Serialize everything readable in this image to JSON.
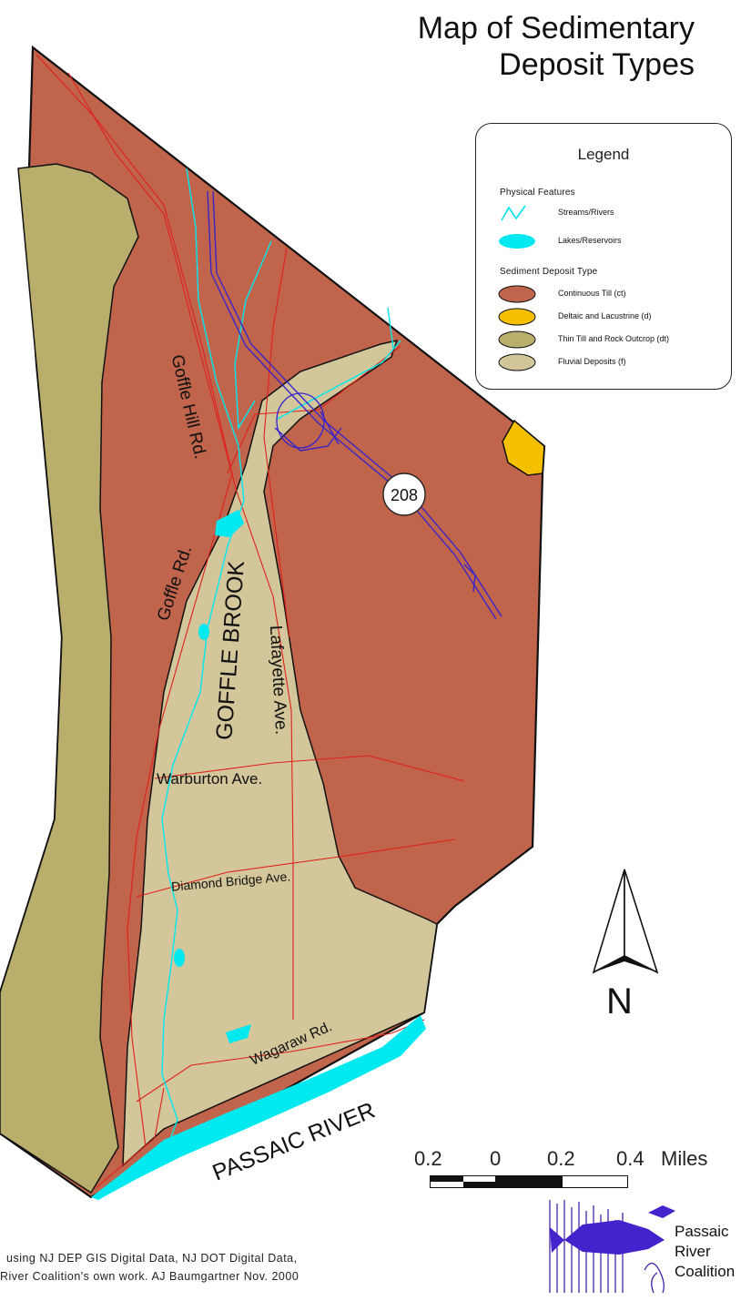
{
  "title": {
    "line1": "Map of Sedimentary",
    "line2": "Deposit Types"
  },
  "legend": {
    "title": "Legend",
    "physical_heading": "Physical Features",
    "streams_label": "Streams/Rivers",
    "lakes_label": "Lakes/Reservoirs",
    "deposit_heading": "Sediment Deposit Type",
    "deposits": [
      {
        "label": "Continuous Till (ct)",
        "color": "#c0644c"
      },
      {
        "label": "Deltaic and Lacustrine (d)",
        "color": "#f5c000"
      },
      {
        "label": "Thin Till and Rock Outcrop (dt)",
        "color": "#b9ae6c"
      },
      {
        "label": "Fluvial Deposits (f)",
        "color": "#d2c69a"
      }
    ]
  },
  "colors": {
    "continuous_till": "#c0644c",
    "deltaic": "#f5c000",
    "thin_till": "#b9ae6c",
    "fluvial": "#d2c69a",
    "water": "#00e8f0",
    "highway": "#3322cc",
    "roads": "#e0201a"
  },
  "map_labels": {
    "goffle_hill_rd": "Goffle Hill Rd.",
    "goffle_rd": "Goffle Rd.",
    "goffle_brook": "GOFFLE BROOK",
    "lafayette_ave": "Lafayette Ave.",
    "warburton_ave": "Warburton Ave.",
    "diamond_bridge_ave": "Diamond Bridge Ave.",
    "wagaraw_rd": "Wagaraw Rd.",
    "passaic_river": "PASSAIC RIVER",
    "route_shield": "208"
  },
  "north_arrow": {
    "label": "N"
  },
  "scale": {
    "ticks": [
      "0.2",
      "0",
      "0.2",
      "0.4"
    ],
    "unit": "Miles"
  },
  "credit": {
    "line1": "using NJ DEP GIS Digital Data, NJ DOT Digital Data,",
    "line2": "River Coalition's own work.  AJ Baumgartner Nov. 2000"
  },
  "coalition": {
    "line1": "Passaic",
    "line2": "River",
    "line3": "Coalition"
  },
  "icons": [
    "north-arrow-icon",
    "fish-logo-icon",
    "route-shield-icon"
  ]
}
